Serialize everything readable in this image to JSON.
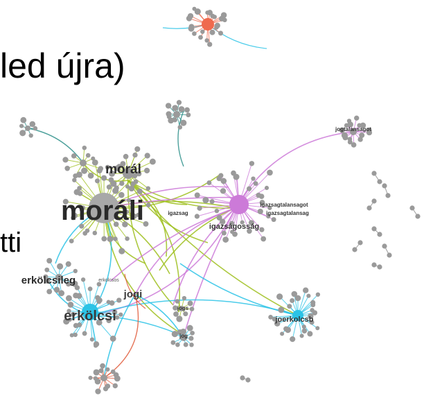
{
  "slide": {
    "heading_fragment": "led újra)",
    "side_fragment": "tti"
  },
  "graph": {
    "colors": {
      "node": "#9a9a9a",
      "olive": "#9fbf1e",
      "purple": "#cc7ad8",
      "cyan": "#2cc3e6",
      "teal": "#2d8f8a",
      "red": "#e05a3a",
      "hub_red": "#ef6a4e"
    },
    "labels": {
      "morali": "moráli",
      "moral": "morál",
      "erkolcsi": "erkölcsi",
      "erkolcsileg": "erkölcsileg",
      "jogi": "jogi",
      "igazsagossag": "igazságosság",
      "joerkolcsb": "joerkolcsb",
      "jog": "jog",
      "jogs": "jogs",
      "igazsag": "igazsag",
      "jogtalansagot": "jogtalansagot",
      "igazsagtalansagot": "igazsagtalansagot",
      "igazsagtalansag": "igazsagtalansag",
      "erkolcsos": "erkolcsos"
    }
  }
}
